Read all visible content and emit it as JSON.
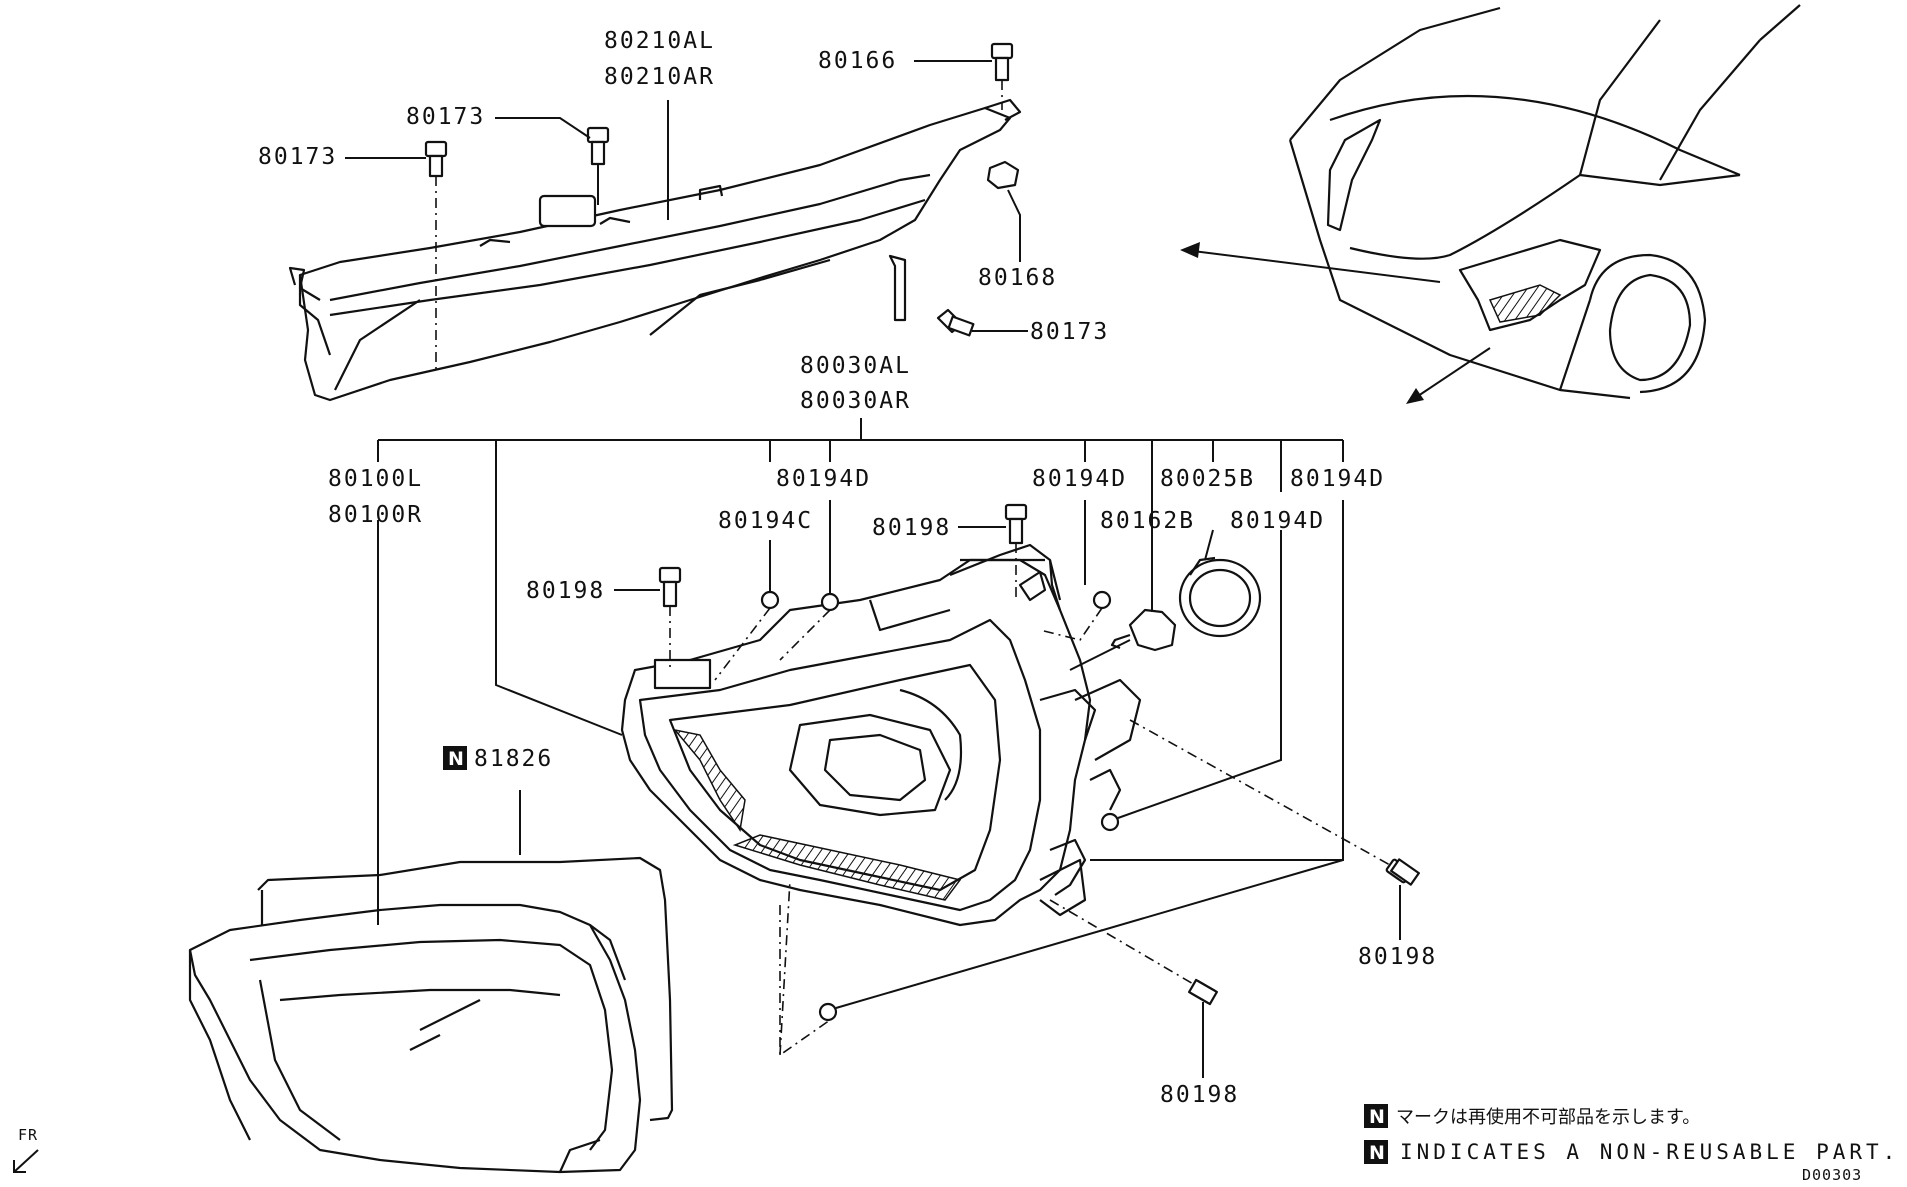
{
  "labels": {
    "drl_l": "80210AL",
    "drl_r": "80210AR",
    "bolt_80166": "80166",
    "bolt_80173_a": "80173",
    "bolt_80173_b": "80173",
    "bolt_80173_c": "80173",
    "clip_80168": "80168",
    "lamp_l": "80030AL",
    "lamp_r": "80030AR",
    "lens_l": "80100L",
    "lens_r": "80100R",
    "screw_80194d_a": "80194D",
    "screw_80194c": "80194C",
    "screw_80194d_b": "80194D",
    "cover_80025b": "80025B",
    "screw_80194d_c": "80194D",
    "bulb_80162b": "80162B",
    "screw_80194d_d": "80194D",
    "bolt_80198_a": "80198",
    "bolt_80198_b": "80198",
    "bolt_80198_c": "80198",
    "bolt_80198_d": "80198",
    "seal_81826": "81826",
    "n_mark": "N"
  },
  "notes": {
    "jp": "マークは再使用不可部品を示します。",
    "en": "INDICATES A NON-REUSABLE PART."
  },
  "orientation": "FR",
  "diagram_code": "D00303"
}
